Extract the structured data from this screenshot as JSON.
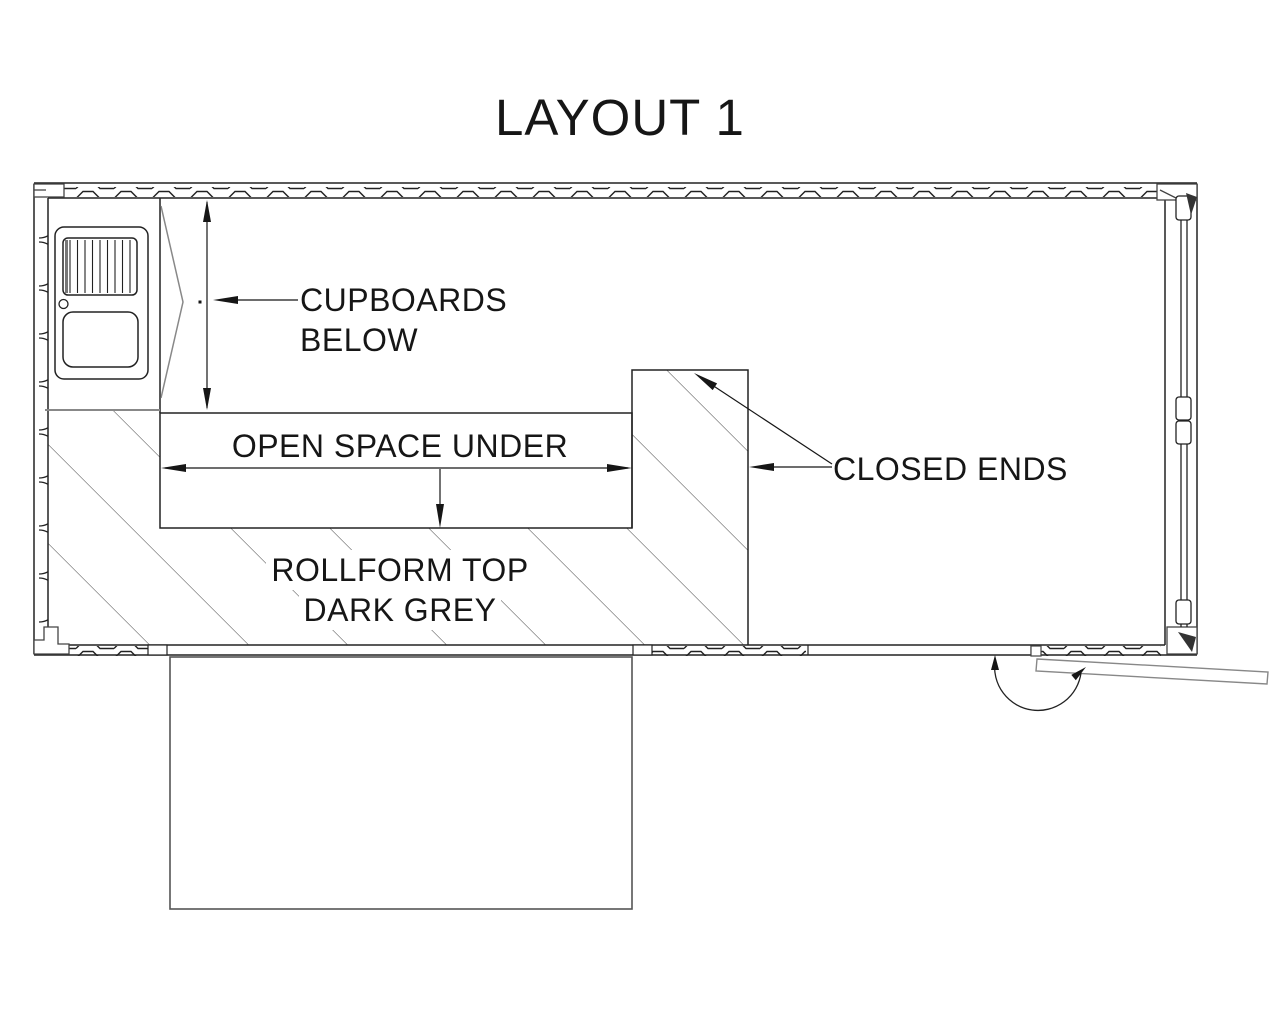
{
  "title": "LAYOUT 1",
  "annotations": {
    "cupboards_line1": "CUPBOARDS",
    "cupboards_line2": "BELOW",
    "open_space": "OPEN SPACE UNDER",
    "closed_ends": "CLOSED ENDS",
    "rollform_line1": "ROLLFORM TOP",
    "rollform_line2": "DARK GREY"
  },
  "colors": {
    "line": "#1a1a1a",
    "secondary_line": "#808080",
    "hatch": "#444444",
    "background": "#ffffff"
  }
}
